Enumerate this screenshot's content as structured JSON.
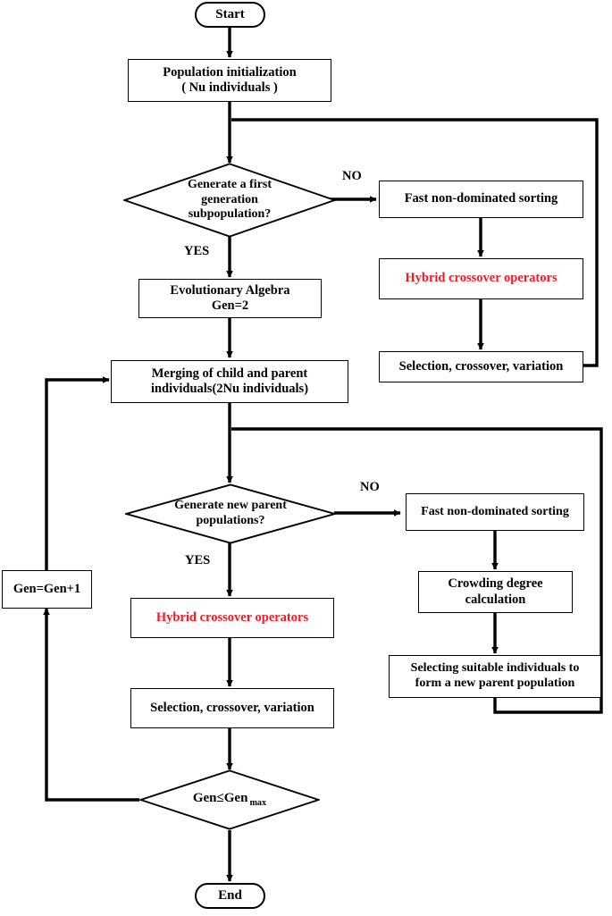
{
  "diagram": {
    "type": "flowchart",
    "title": "Hybrid NSGA-II evolutionary algorithm flowchart",
    "accent_red": "#ED1C24",
    "line_color": "#000000",
    "background": "#FFFFFF"
  },
  "nodes": {
    "start": {
      "label": "Start",
      "shape": "terminal"
    },
    "population_init": {
      "line1": "Population initialization",
      "line2": "( Nu individuals )",
      "shape": "process"
    },
    "decision_first_gen": {
      "line1": "Generate a first",
      "line2": "generation",
      "line3": "subpopulation?",
      "shape": "decision"
    },
    "fast_sorting_1": {
      "label": "Fast non-dominated sorting",
      "shape": "process"
    },
    "hybrid_crossover_1": {
      "label": "Hybrid crossover operators",
      "shape": "process",
      "color": "#ED1C24"
    },
    "selection_1": {
      "label": "Selection, crossover, variation",
      "shape": "process"
    },
    "evolutionary_algebra": {
      "line1": "Evolutionary Algebra",
      "line2": "Gen=2",
      "shape": "process"
    },
    "merging": {
      "line1": "Merging of child and parent",
      "line2": "individuals(2Nu individuals)",
      "shape": "process"
    },
    "decision_new_parent": {
      "line1": "Generate new parent",
      "line2": "populations?",
      "shape": "decision"
    },
    "fast_sorting_2": {
      "label": "Fast non-dominated sorting",
      "shape": "process"
    },
    "crowding_degree": {
      "line1": "Crowding degree",
      "line2": "calculation",
      "shape": "process"
    },
    "selecting_suitable": {
      "line1": "Selecting suitable individuals to",
      "line2": "form a new parent population",
      "shape": "process"
    },
    "hybrid_crossover_2": {
      "label": "Hybrid crossover operators",
      "shape": "process",
      "color": "#ED1C24"
    },
    "selection_2": {
      "label": "Selection, crossover, variation",
      "shape": "process"
    },
    "gen_increment": {
      "label": "Gen=Gen+1",
      "shape": "process"
    },
    "decision_gen_max": {
      "prefix": "Gen≤Gen",
      "subscript": "max",
      "shape": "decision"
    },
    "end": {
      "label": "End",
      "shape": "terminal"
    }
  },
  "edge_labels": {
    "no_1": "NO",
    "yes_1": "YES",
    "no_2": "NO",
    "yes_2": "YES"
  }
}
